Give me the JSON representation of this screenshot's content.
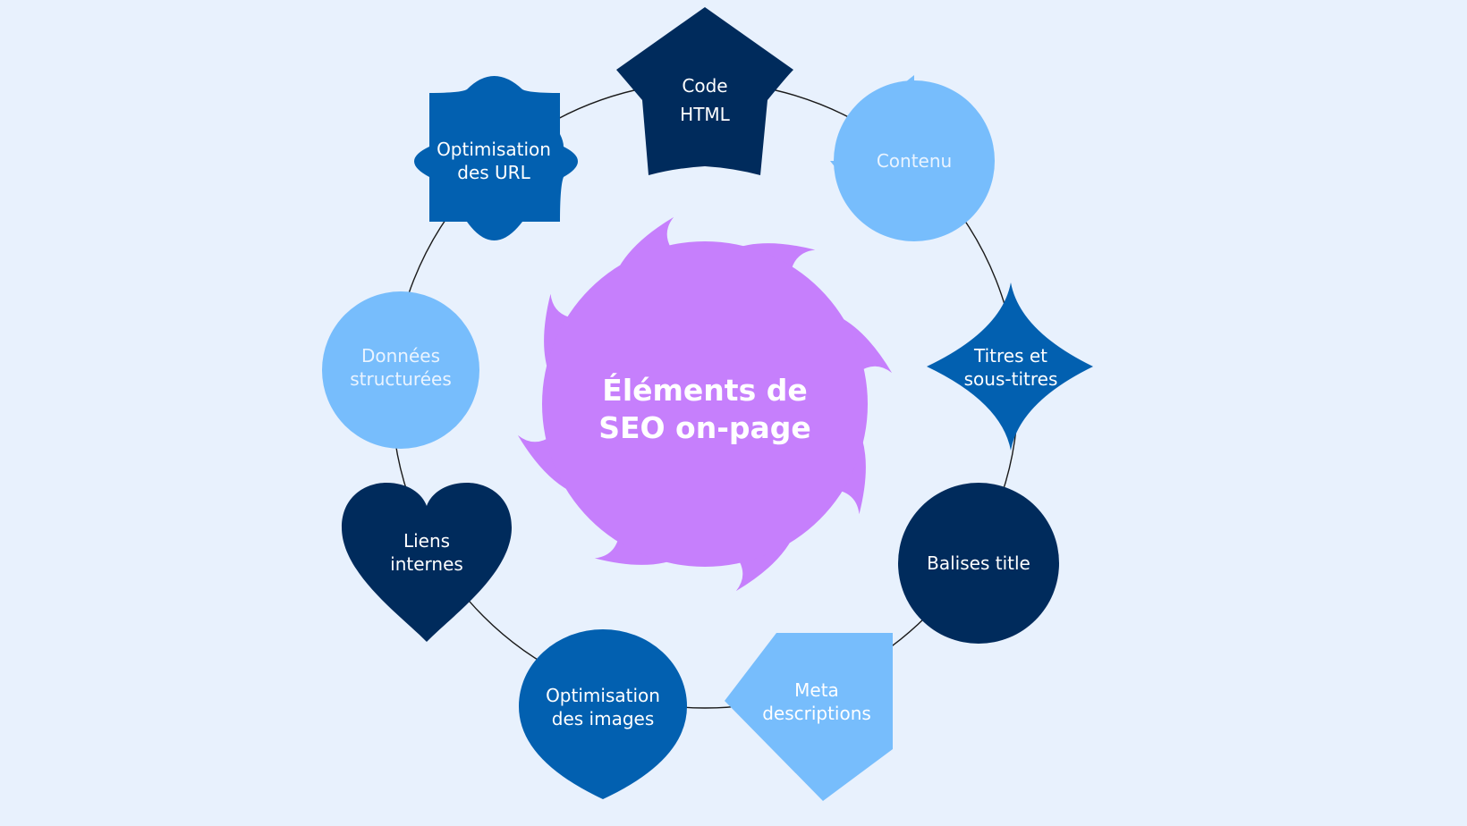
{
  "diagram": {
    "center": {
      "line1": "Éléments de",
      "line2": "SEO on-page"
    },
    "nodes": {
      "code_html": {
        "line1": "Code",
        "line2": "HTML"
      },
      "contenu": {
        "line1": "Contenu"
      },
      "titres": {
        "line1": "Titres et",
        "line2": "sous-titres"
      },
      "balises": {
        "line1": "Balises title"
      },
      "meta": {
        "line1": "Meta",
        "line2": "descriptions"
      },
      "images": {
        "line1": "Optimisation",
        "line2": "des images"
      },
      "liens": {
        "line1": "Liens",
        "line2": "internes"
      },
      "donnees": {
        "line1": "Données",
        "line2": "structurées"
      },
      "url": {
        "line1": "Optimisation",
        "line2": "des URL"
      }
    }
  },
  "colors": {
    "background": "#e8f1fd",
    "navy": "#002b5c",
    "blue": "#0260b0",
    "light_blue": "#77bdfc",
    "purple": "#c67ffc",
    "ring": "#1a1a1a",
    "text": "#ffffff",
    "light_text": "#eaf4ff"
  }
}
